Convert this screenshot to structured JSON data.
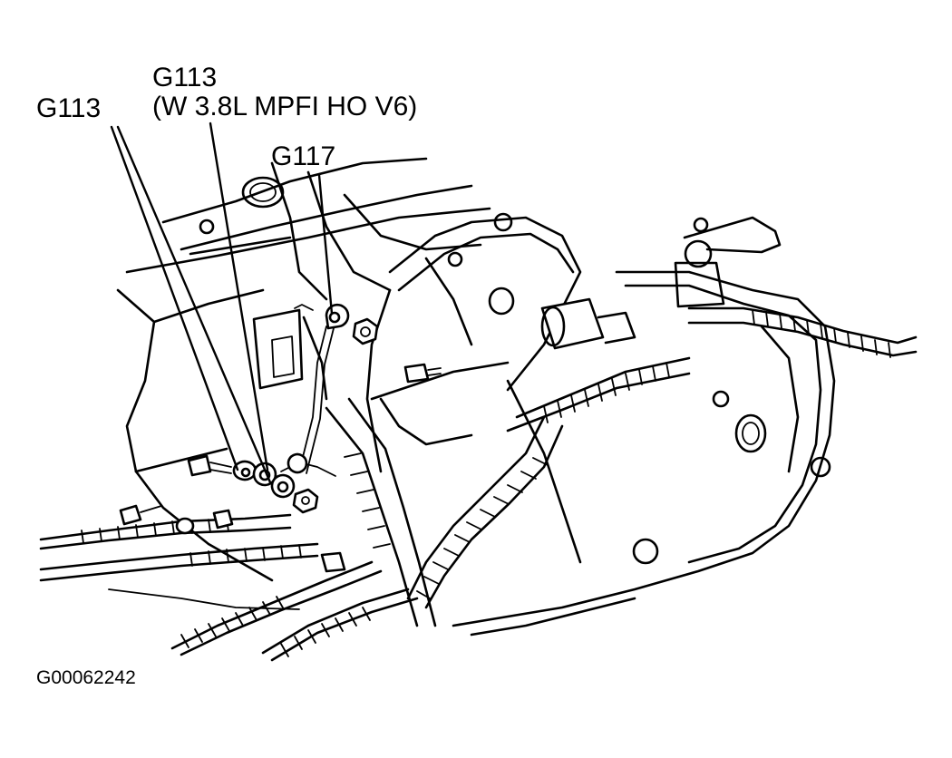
{
  "labels": {
    "g113_left": "G113",
    "g113_variant_code": "G113",
    "g113_variant_note": "(W 3.8L MPFI HO V6)",
    "g117": "G117"
  },
  "figure_code": "G00062242"
}
